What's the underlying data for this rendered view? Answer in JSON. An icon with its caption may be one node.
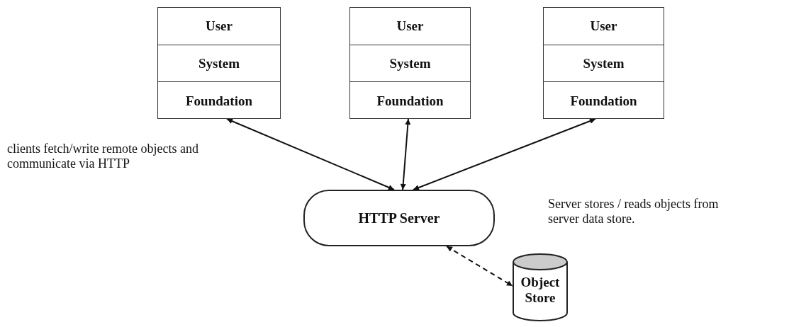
{
  "diagram": {
    "nodes": [
      {
        "text": [],
        "shape": "box"
      },
      {
        "text": [
          "User"
        ],
        "in": 0
      },
      {
        "text": [
          "System"
        ],
        "in": 0
      },
      {
        "text": [
          "Foundation"
        ],
        "in": 0
      },
      {
        "text": [],
        "shape": "box"
      },
      {
        "text": [
          "User"
        ],
        "in": 4
      },
      {
        "text": [
          "System"
        ],
        "in": 4
      },
      {
        "text": [
          "Foundation"
        ],
        "in": 4
      },
      {
        "text": [],
        "shape": "box"
      },
      {
        "text": [
          "User"
        ],
        "in": 8
      },
      {
        "text": [
          "System"
        ],
        "in": 8
      },
      {
        "text": [
          "Foundation"
        ],
        "in": 8
      },
      {
        "text": [
          "HTTP Server"
        ]
      },
      {
        "text": [
          "Object Store"
        ]
      }
    ],
    "edges": [
      {
        "from": 0,
        "to": 12,
        "arrow": "both"
      },
      {
        "from": 4,
        "to": 12,
        "arrow": "both"
      },
      {
        "from": 8,
        "to": 12,
        "arrow": "both"
      },
      {
        "from": 12,
        "to": 13,
        "arrow": "both",
        "style": "dashed"
      }
    ],
    "labels": [
      "clients fetch/write remote objects and communicate via HTTP",
      "Server stores / reads objects from server data store."
    ]
  }
}
